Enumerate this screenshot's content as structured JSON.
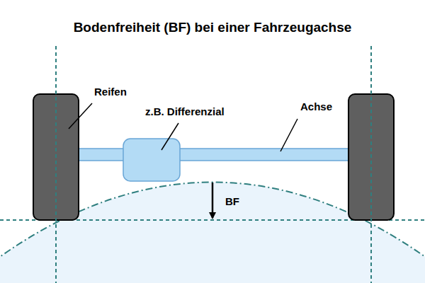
{
  "diagram": {
    "title": "Bodenfreiheit (BF) bei einer Fahrzeugachse",
    "labels": [
      "Reifen",
      "z.B. Differenzial",
      "Achse",
      "BF"
    ]
  }
}
